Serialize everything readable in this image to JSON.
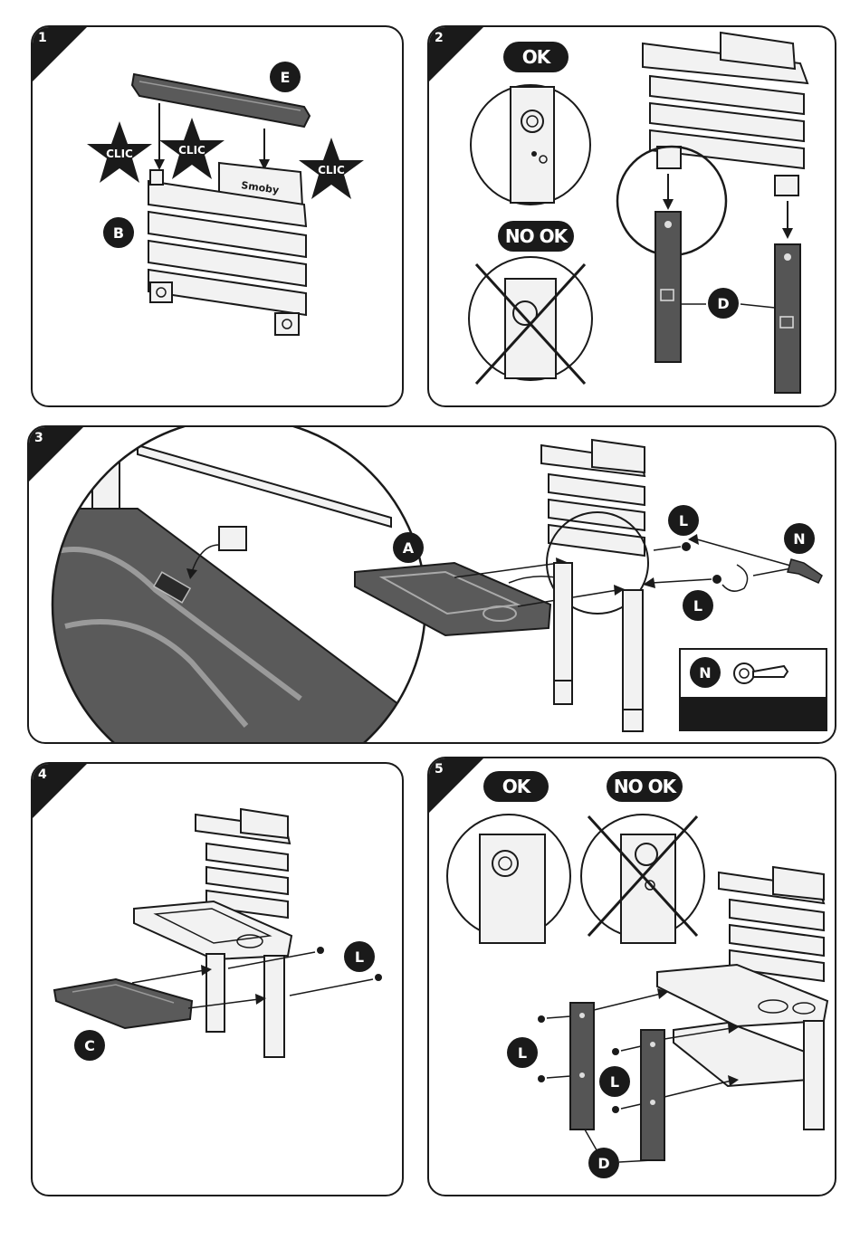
{
  "steps": [
    {
      "number": "1"
    },
    {
      "number": "2"
    },
    {
      "number": "3"
    },
    {
      "number": "4"
    },
    {
      "number": "5"
    }
  ],
  "labels": {
    "ok": "OK",
    "no_ok": "NO OK",
    "clic": "CLIC",
    "part_a": "A",
    "part_b": "B",
    "part_c": "C",
    "part_d": "D",
    "part_e": "E",
    "part_l": "L",
    "part_n": "N"
  },
  "colors": {
    "ink": "#1a1a1a",
    "part_fill": "#f2f2f2",
    "dark_part": "#555555"
  }
}
